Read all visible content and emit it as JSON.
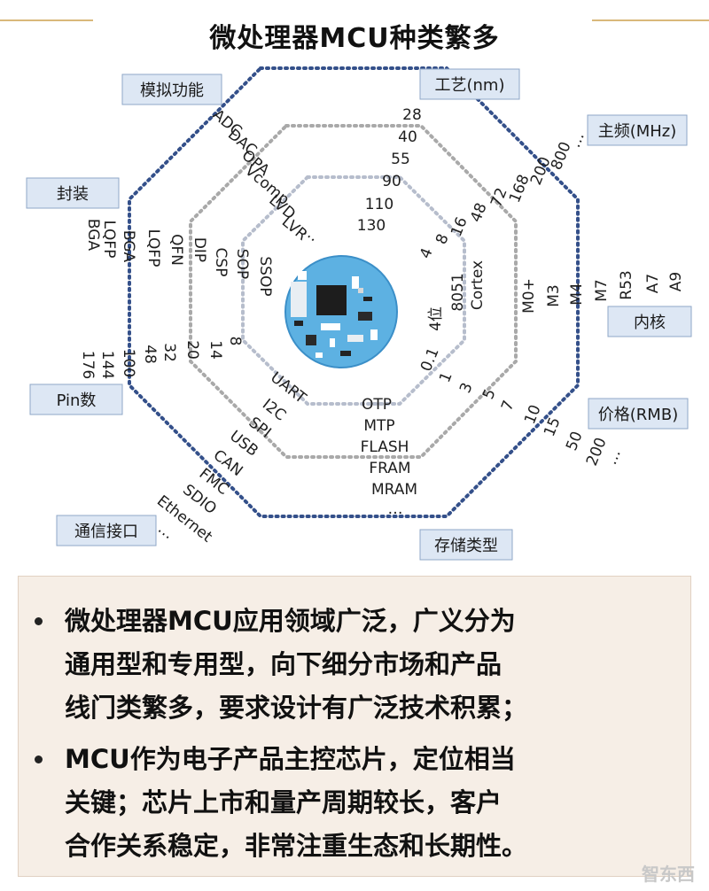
{
  "title": "微处理器MCU种类繁多",
  "categories": {
    "analog": "模拟功能",
    "process": "工艺(nm)",
    "frequency": "主频(MHz)",
    "package": "封装",
    "core": "内核",
    "pins": "Pin数",
    "price": "价格(RMB)",
    "comm": "通信接口",
    "storage": "存储类型"
  },
  "analog_items": [
    "ADC",
    "DAC",
    "OPA",
    "Vcomp",
    "LVD",
    "LVR",
    "…"
  ],
  "process_items": [
    "28",
    "40",
    "55",
    "90",
    "110",
    "130"
  ],
  "freq_items": [
    "800",
    "200",
    "168",
    "72",
    "48",
    "16",
    "8",
    "4",
    "…"
  ],
  "core_items": [
    "Cortex",
    "8051",
    "4位",
    "M0+",
    "M3",
    "M4",
    "M7",
    "R53",
    "A7",
    "A9"
  ],
  "package_items": [
    "BGA",
    "LQFP",
    "BGA",
    "LQFP",
    "QFN",
    "DIP",
    "CSP",
    "SOP",
    "SSOP"
  ],
  "pin_items": [
    "8",
    "14",
    "20",
    "32",
    "48",
    "100",
    "144",
    "176"
  ],
  "price_items": [
    "0.1",
    "1",
    "3",
    "5",
    "7",
    "10",
    "15",
    "50",
    "200",
    "…"
  ],
  "comm_items": [
    "UART",
    "I2C",
    "SPI",
    "USB",
    "CAN",
    "FMC",
    "SDIO",
    "Ethernet",
    "…"
  ],
  "storage_items": [
    "OTP",
    "MTP",
    "FLASH",
    "FRAM",
    "MRAM",
    "…"
  ],
  "colors": {
    "outer": "#34508a",
    "middle": "#a9a9a9",
    "inner": "#b0b7c6",
    "label_bg": "#dde7f4",
    "label_border": "#8fa7c7"
  },
  "bullets": [
    [
      "微处理器MCU应用领域广泛，广义分为",
      "通用型和专用型，向下细分市场和产品",
      "线门类繁多，要求设计有广泛技术积累；"
    ],
    [
      "MCU作为电子产品主控芯片，定位相当",
      "关键；芯片上市和量产周期较长，客户",
      "合作关系稳定，非常注重生态和长期性。"
    ]
  ],
  "watermark": "智东西"
}
